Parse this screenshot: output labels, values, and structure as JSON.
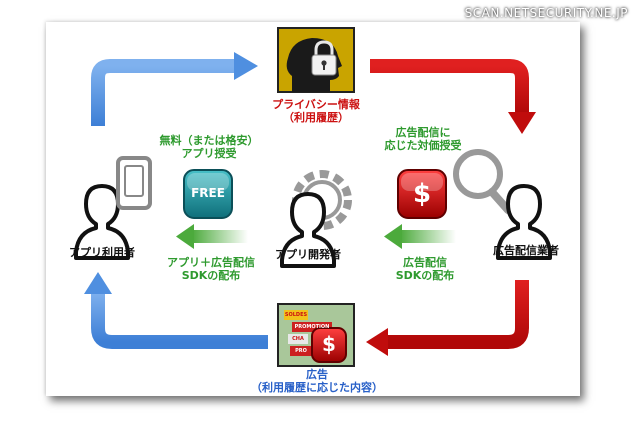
{
  "source": "SCAN.NETSECURITY.NE.JP",
  "nodes": {
    "app_user": "アプリ利用者",
    "app_developer": "アプリ開発者",
    "ad_distributor": "広告配信業者"
  },
  "labels": {
    "privacy_line1": "プライバシー情報",
    "privacy_line2": "（利用履歴）",
    "free_line1": "無料（または格安）",
    "free_line2": "アプリ授受",
    "payment_line1": "広告配信に",
    "payment_line2": "応じた対価授受",
    "app_sdk_line1": "アプリ＋広告配信",
    "app_sdk_line2": "SDKの配布",
    "sdk_line1": "広告配信",
    "sdk_line2": "SDKの配布",
    "ad_line1": "広告",
    "ad_line2": "（利用履歴に応じた内容）"
  },
  "badges": {
    "free": "FREE",
    "dollar": "$",
    "ad_sign1": "SOLDES",
    "ad_sign2": "PROMOTION",
    "ad_sign3": "CHA",
    "ad_sign4": "PRO"
  },
  "colors": {
    "red_arrow": "#cc1010",
    "blue_arrow": "#4f8fe0",
    "green_arrow": "#56b44a",
    "privacy_bg": "#c9a400",
    "ad_bg": "#a9c79a",
    "free_badge": "#1e8f9a"
  }
}
